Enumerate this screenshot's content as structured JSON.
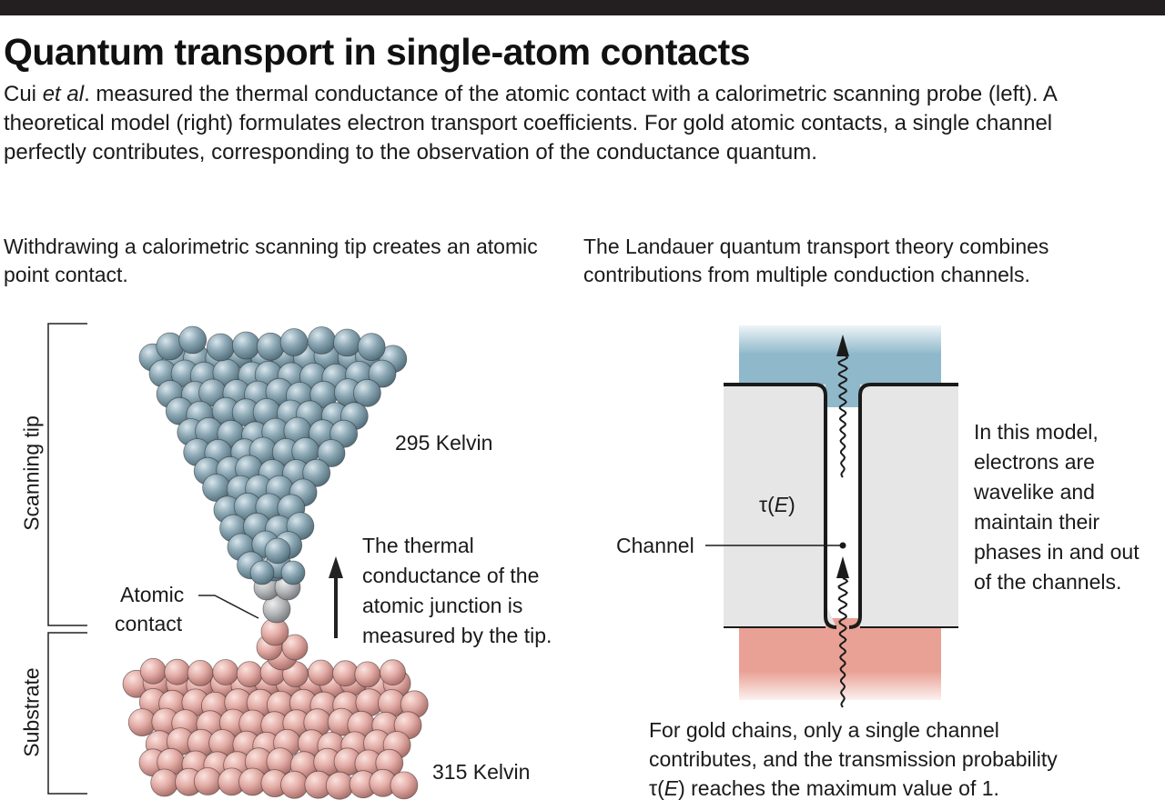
{
  "header": {
    "title": "Quantum transport in single-atom contacts",
    "lede_author": "Cui",
    "lede_etal": "et al",
    "lede_rest": ". measured the thermal conductance of the atomic contact with a calorimetric scanning probe (left). A theoretical model (right) formulates electron transport coefficients. For gold atomic contacts, a single channel perfectly contributes, corresponding to the observation of the conductance quantum."
  },
  "left_panel": {
    "subtitle": "Withdrawing a calorimetric scanning tip creates an atomic point contact.",
    "bracket_top_label": "Scanning tip",
    "bracket_bottom_label": "Substrate",
    "atomic_contact_line1": "Atomic",
    "atomic_contact_line2": "contact",
    "tip_temperature": "295 Kelvin",
    "substrate_temperature": "315 Kelvin",
    "arrow_note_line1": "The thermal",
    "arrow_note_line2": "conductance of the",
    "arrow_note_line3": "atomic junction is",
    "arrow_note_line4": "measured by the tip.",
    "colors": {
      "tip_atoms": "#86a3b0",
      "contact_atoms": "#b4b6b8",
      "substrate_atoms": "#e3aba5"
    }
  },
  "right_panel": {
    "subtitle": "The Landauer quantum transport theory combines contributions from multiple conduction channels.",
    "tau_symbol": "τ(",
    "tau_var": "E",
    "tau_close": ")",
    "channel_label": "Channel",
    "model_line1": "In this model,",
    "model_line2": "electrons are",
    "model_line3": "wavelike and",
    "model_line4": "maintain their",
    "model_line5": "phases in and out",
    "model_line6": "of the channels.",
    "footer_line1": "For gold chains, only a single channel",
    "footer_line2": "contributes, and the transmission probability",
    "footer_tau": "τ(",
    "footer_var": "E",
    "footer_rest": ") reaches the maximum value of 1.",
    "colors": {
      "top_reservoir": "#8fb8cb",
      "bottom_reservoir": "#e9a195",
      "blocks": "#e6e6e6"
    }
  }
}
